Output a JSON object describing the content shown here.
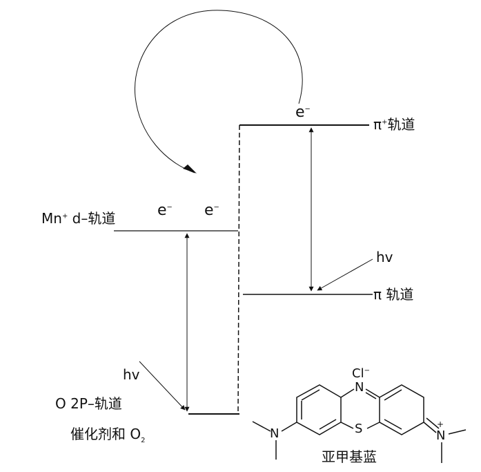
{
  "labels": {
    "mn_d_orbital": {
      "main": "Mn",
      "sup": "+",
      "rest": " d–轨道"
    },
    "o_2p_orbital": "O   2P–轨道",
    "catalyst_o2": {
      "main": "催化剂和 O",
      "sub": "2"
    },
    "pi_star_orbital": {
      "main": "π",
      "sup": "+",
      "rest": "轨道"
    },
    "pi_orbital": "π  轨道",
    "hv_right": "hv",
    "hv_left": "hv",
    "electron_top": "e",
    "electron_left": "e",
    "electron_mid": "e"
  },
  "molecule": {
    "name": "亚甲基蓝",
    "counter_ion": "Cl",
    "atom_n_top": "N",
    "atom_s": "S",
    "atom_n_left": "N",
    "atom_n_right": "N",
    "charge": "+"
  }
}
